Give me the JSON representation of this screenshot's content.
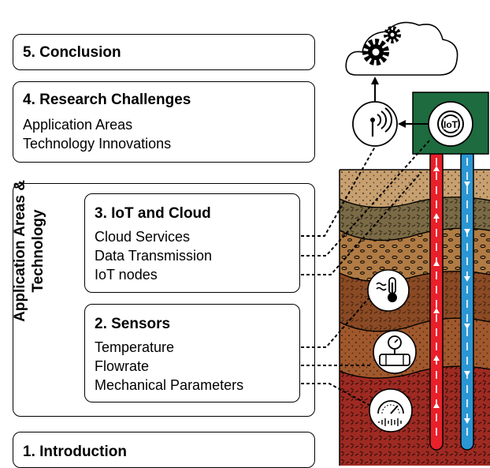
{
  "conclusion": {
    "title": "5. Conclusion"
  },
  "research": {
    "title": "4. Research Challenges",
    "items": [
      "Application Areas",
      "Technology Innovations"
    ]
  },
  "application": {
    "title_line1": "Application Areas &",
    "title_line2": "Technology"
  },
  "iot": {
    "title": "3.  IoT and Cloud",
    "items": [
      "Cloud Services",
      "Data Transmission",
      "IoT nodes"
    ]
  },
  "sensors": {
    "title": "2. Sensors",
    "items": [
      "Temperature",
      "Flowrate",
      "Mechanical Parameters"
    ]
  },
  "introduction": {
    "title": "1. Introduction"
  },
  "icons": [
    "cloud-gears-icon",
    "wireless-antenna-icon",
    "iot-node-icon",
    "thermometer-icon",
    "flowmeter-icon",
    "gauge-icon"
  ],
  "colors": {
    "iot_node_bg": "#1e6b3f",
    "hot_pipe": "#e8202a",
    "cold_pipe": "#2b96d4",
    "soil_deep": "#9e2a22",
    "soil_mid": "#8a4a24",
    "soil_top": "#c8a070"
  }
}
